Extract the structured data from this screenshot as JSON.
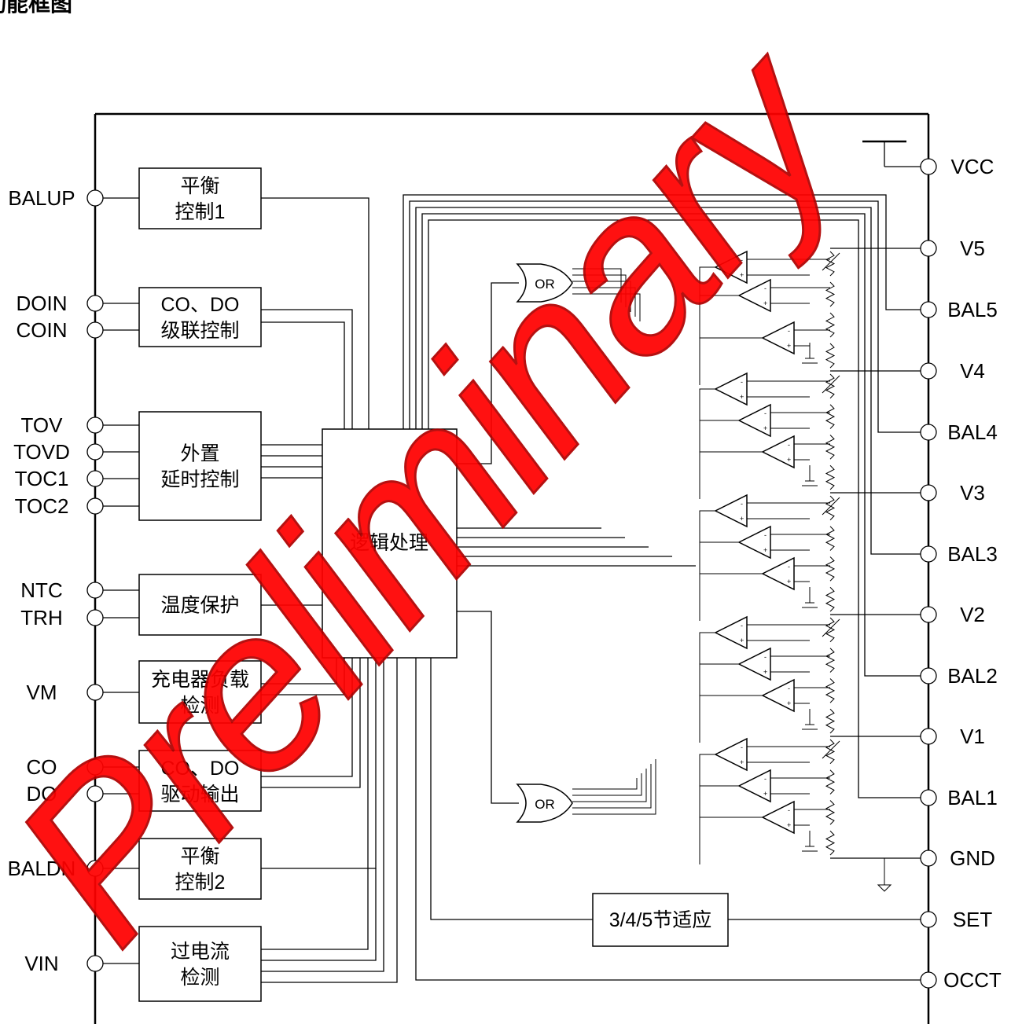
{
  "title": "功能框图",
  "left_pins": [
    {
      "label": "BALUP"
    },
    {
      "label": "DOIN"
    },
    {
      "label": "COIN"
    },
    {
      "label": "TOV"
    },
    {
      "label": "TOVD"
    },
    {
      "label": "TOC1"
    },
    {
      "label": "TOC2"
    },
    {
      "label": "NTC"
    },
    {
      "label": "TRH"
    },
    {
      "label": "VM"
    },
    {
      "label": "CO"
    },
    {
      "label": "DO"
    },
    {
      "label": "BALDN"
    },
    {
      "label": "VIN"
    }
  ],
  "right_pins": [
    {
      "label": "VCC"
    },
    {
      "label": "V5"
    },
    {
      "label": "BAL5"
    },
    {
      "label": "V4"
    },
    {
      "label": "BAL4"
    },
    {
      "label": "V3"
    },
    {
      "label": "BAL3"
    },
    {
      "label": "V2"
    },
    {
      "label": "BAL2"
    },
    {
      "label": "V1"
    },
    {
      "label": "BAL1"
    },
    {
      "label": "GND"
    },
    {
      "label": "SET"
    },
    {
      "label": "OCCT"
    }
  ],
  "blocks": {
    "balance_ctrl_1": [
      "平衡",
      "控制1"
    ],
    "cascade_ctrl": [
      "CO、DO",
      "级联控制"
    ],
    "delay_ctrl": [
      "外置",
      "延时控制"
    ],
    "temp_protect": [
      "温度保护"
    ],
    "charger_detect": [
      "充电器负载",
      "检测"
    ],
    "drive_output": [
      "CO、DO",
      "驱动输出"
    ],
    "balance_ctrl_2": [
      "平衡",
      "控制2"
    ],
    "overcurrent_detect": [
      "过电流",
      "检测"
    ],
    "logic": "逻辑处理",
    "cell_adapt": "3/4/5节适应"
  },
  "gates": {
    "top": "OR",
    "bottom": "OR"
  },
  "watermark": "Preliminary"
}
